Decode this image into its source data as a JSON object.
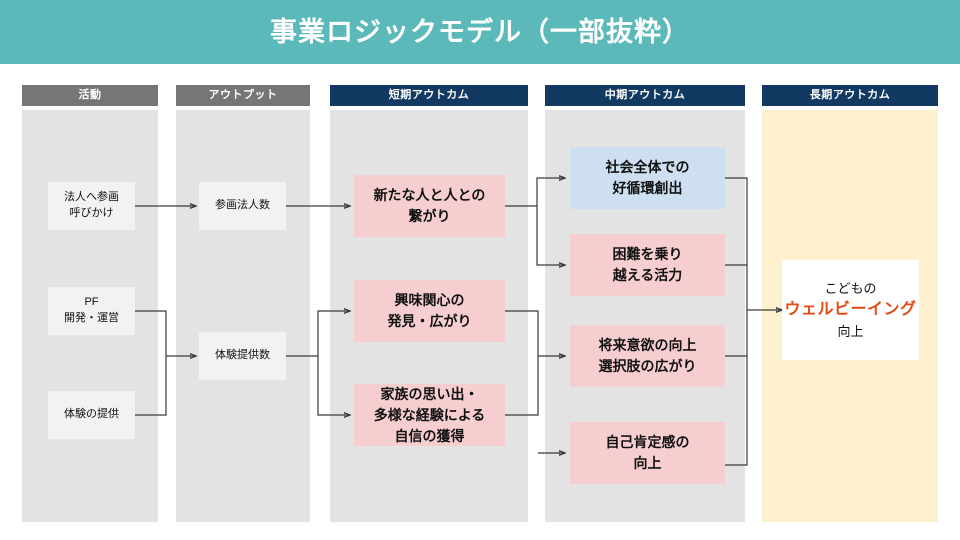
{
  "banner": {
    "title": "事業ロジックモデル（一部抜粋）",
    "background": "#5bb9b9",
    "text_color": "#ffffff"
  },
  "columns": [
    {
      "key": "activity",
      "header": "活動",
      "header_style": "gray",
      "band_color": "#e3e3e3"
    },
    {
      "key": "output",
      "header": "アウトプット",
      "header_style": "gray",
      "band_color": "#e3e3e3"
    },
    {
      "key": "short_outcome",
      "header": "短期アウトカム",
      "header_style": "navy",
      "band_color": "#e3e3e3"
    },
    {
      "key": "mid_outcome",
      "header": "中期アウトカム",
      "header_style": "navy",
      "band_color": "#e3e3e3"
    },
    {
      "key": "long_outcome",
      "header": "長期アウトカム",
      "header_style": "navy",
      "band_color": "#fdf0cd"
    }
  ],
  "nodes": {
    "activity": [
      {
        "label": "法人へ参画\n呼びかけ"
      },
      {
        "label": "PF\n開発・運営"
      },
      {
        "label": "体験の提供"
      }
    ],
    "output": [
      {
        "label": "参画法人数"
      },
      {
        "label": "体験提供数"
      }
    ],
    "short_outcome": [
      {
        "label": "新たな人と人との\n繋がり",
        "color": "#f7ced0"
      },
      {
        "label": "興味関心の\n発見・広がり",
        "color": "#f7ced0"
      },
      {
        "label": "家族の思い出・\n多様な経験による\n自信の獲得",
        "color": "#f7ced0"
      }
    ],
    "mid_outcome": [
      {
        "label": "社会全体での\n好循環創出",
        "color": "#cddff0"
      },
      {
        "label": "困難を乗り\n越える活力",
        "color": "#f7ced0"
      },
      {
        "label": "将来意欲の向上\n選択肢の広がり",
        "color": "#f7ced0"
      },
      {
        "label": "自己肯定感の\n向上",
        "color": "#f7ced0"
      }
    ],
    "long_outcome": [
      {
        "line1": "こどもの",
        "line2": "ウェルビーイング",
        "line3": "向上",
        "highlight_color": "#e04b13"
      }
    ]
  },
  "palette": {
    "header_gray": "#767676",
    "header_navy": "#123961",
    "band_gray": "#e3e3e3",
    "band_cream": "#fdf0cd",
    "box_gray": "#f2f2f2",
    "box_pink": "#f7ced0",
    "box_blue": "#cddff0",
    "connector": "#3a3a3a"
  }
}
